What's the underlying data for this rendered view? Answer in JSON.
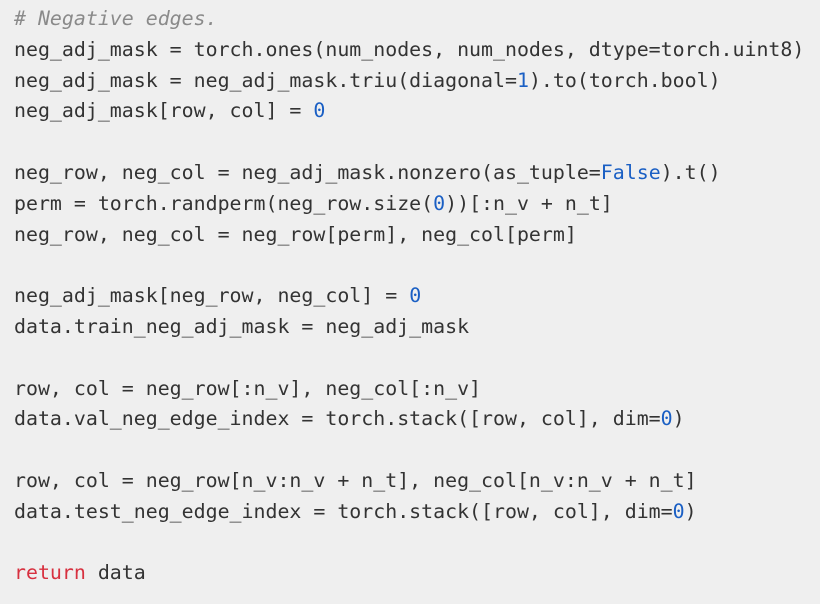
{
  "code": {
    "language": "python",
    "colors": {
      "background": "#efefef",
      "text": "#333333",
      "comment": "#8a8a8a",
      "number": "#1a5fc4",
      "keyword": "#d7303f"
    },
    "lines": [
      [
        [
          "comment",
          "# Negative edges."
        ]
      ],
      [
        [
          "text",
          "neg_adj_mask = torch.ones(num_nodes, num_nodes, dtype=torch.uint8)"
        ]
      ],
      [
        [
          "text",
          "neg_adj_mask = neg_adj_mask.triu(diagonal="
        ],
        [
          "number",
          "1"
        ],
        [
          "text",
          ").to(torch.bool)"
        ]
      ],
      [
        [
          "text",
          "neg_adj_mask[row, col] = "
        ],
        [
          "number",
          "0"
        ]
      ],
      [],
      [
        [
          "text",
          "neg_row, neg_col = neg_adj_mask.nonzero(as_tuple="
        ],
        [
          "const",
          "False"
        ],
        [
          "text",
          ").t()"
        ]
      ],
      [
        [
          "text",
          "perm = torch.randperm(neg_row.size("
        ],
        [
          "number",
          "0"
        ],
        [
          "text",
          "))[:n_v + n_t]"
        ]
      ],
      [
        [
          "text",
          "neg_row, neg_col = neg_row[perm], neg_col[perm]"
        ]
      ],
      [],
      [
        [
          "text",
          "neg_adj_mask[neg_row, neg_col] = "
        ],
        [
          "number",
          "0"
        ]
      ],
      [
        [
          "text",
          "data.train_neg_adj_mask = neg_adj_mask"
        ]
      ],
      [],
      [
        [
          "text",
          "row, col = neg_row[:n_v], neg_col[:n_v]"
        ]
      ],
      [
        [
          "text",
          "data.val_neg_edge_index = torch.stack([row, col], dim="
        ],
        [
          "number",
          "0"
        ],
        [
          "text",
          ")"
        ]
      ],
      [],
      [
        [
          "text",
          "row, col = neg_row[n_v:n_v + n_t], neg_col[n_v:n_v + n_t]"
        ]
      ],
      [
        [
          "text",
          "data.test_neg_edge_index = torch.stack([row, col], dim="
        ],
        [
          "number",
          "0"
        ],
        [
          "text",
          ")"
        ]
      ],
      [],
      [
        [
          "keyword",
          "return"
        ],
        [
          "text",
          " data"
        ]
      ]
    ]
  }
}
